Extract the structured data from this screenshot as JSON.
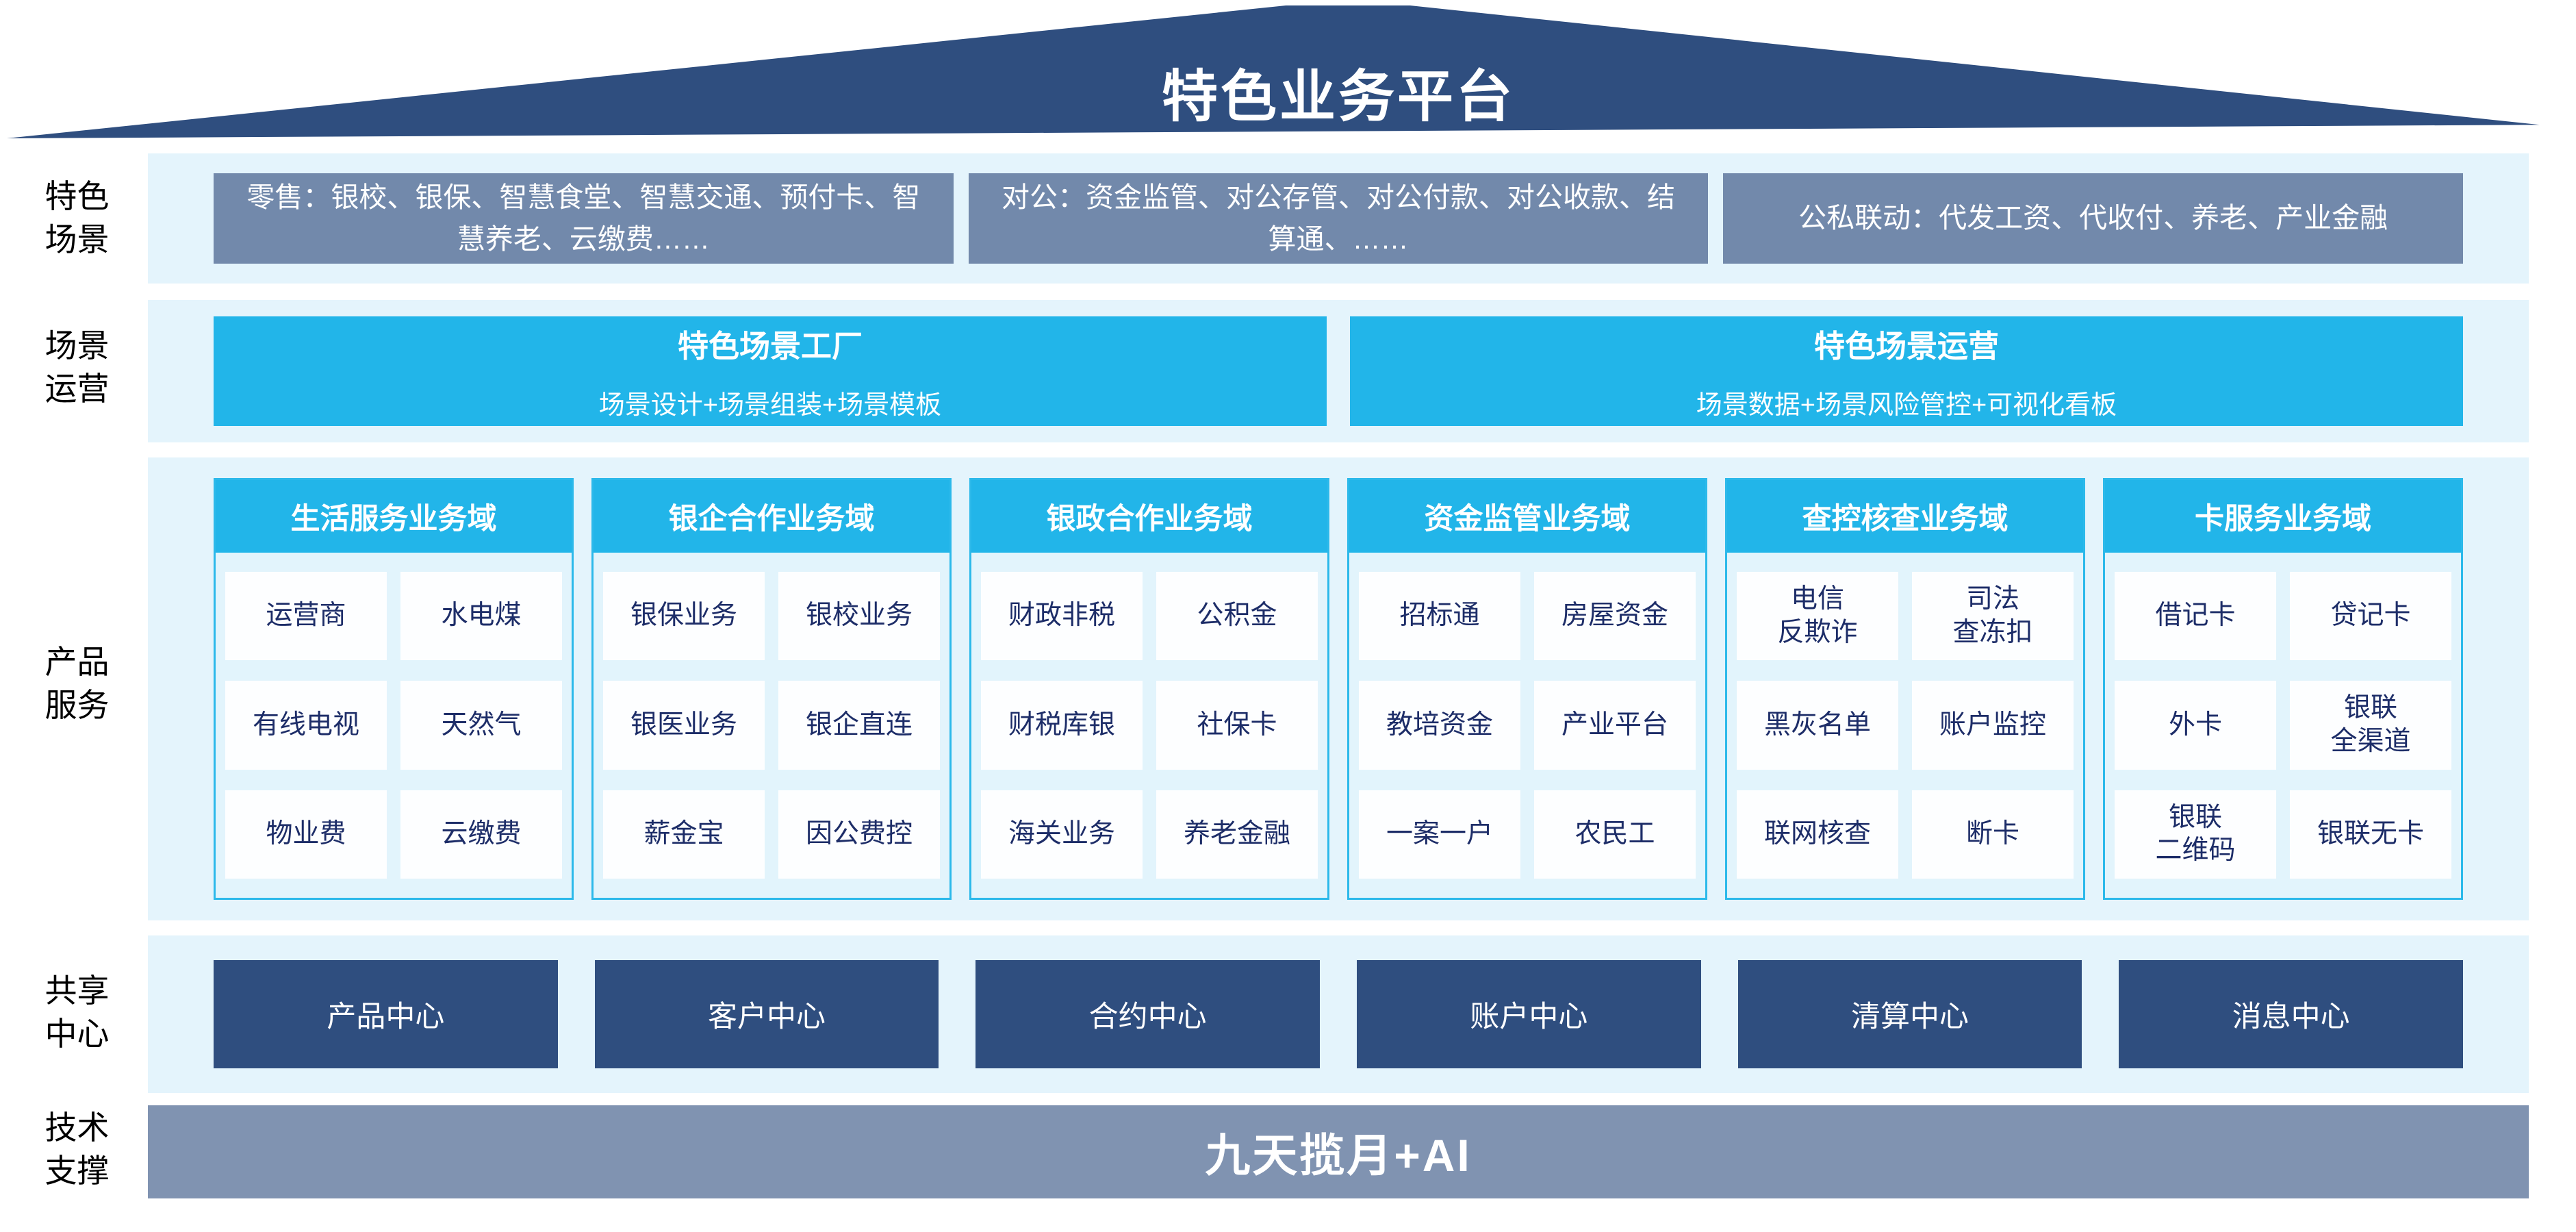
{
  "title": "特色业务平台",
  "sections": {
    "scenes": {
      "label": "特色\n场景",
      "boxes": [
        "零售：银校、银保、智慧食堂、智慧交通、预付卡、智慧养老、云缴费……",
        "对公：资金监管、对公存管、对公付款、对公收款、结算通、……",
        "公私联动：代发工资、代收付、养老、产业金融"
      ]
    },
    "operations": {
      "label": "场景\n运营",
      "boxes": [
        {
          "title": "特色场景工厂",
          "subtitle": "场景设计+场景组装+场景模板"
        },
        {
          "title": "特色场景运营",
          "subtitle": "场景数据+场景风险管控+可视化看板"
        }
      ]
    },
    "products": {
      "label": "产品\n服务",
      "columns": [
        {
          "header": "生活服务业务域",
          "cells": [
            "运营商",
            "水电煤",
            "有线电视",
            "天然气",
            "物业费",
            "云缴费"
          ]
        },
        {
          "header": "银企合作业务域",
          "cells": [
            "银保业务",
            "银校业务",
            "银医业务",
            "银企直连",
            "薪金宝",
            "因公费控"
          ]
        },
        {
          "header": "银政合作业务域",
          "cells": [
            "财政非税",
            "公积金",
            "财税库银",
            "社保卡",
            "海关业务",
            "养老金融"
          ]
        },
        {
          "header": "资金监管业务域",
          "cells": [
            "招标通",
            "房屋资金",
            "教培资金",
            "产业平台",
            "一案一户",
            "农民工"
          ]
        },
        {
          "header": "查控核查业务域",
          "cells": [
            "电信\n反欺诈",
            "司法\n查冻扣",
            "黑灰名单",
            "账户监控",
            "联网核查",
            "断卡"
          ]
        },
        {
          "header": "卡服务业务域",
          "cells": [
            "借记卡",
            "贷记卡",
            "外卡",
            "银联\n全渠道",
            "银联\n二维码",
            "银联无卡"
          ]
        }
      ]
    },
    "shared": {
      "label": "共享\n中心",
      "boxes": [
        "产品中心",
        "客户中心",
        "合约中心",
        "账户中心",
        "清算中心",
        "消息中心"
      ]
    },
    "tech": {
      "label": "技术\n支撑",
      "bar": "九天揽月+AI"
    }
  },
  "colors": {
    "navy": "#2F4E7F",
    "gray_blue": "#7289AB",
    "tech_gray": "#8093B1",
    "cyan": "#22B5E9",
    "band_light_blue": "#E4F4FC",
    "cell_text_navy": "#1D2D68"
  }
}
